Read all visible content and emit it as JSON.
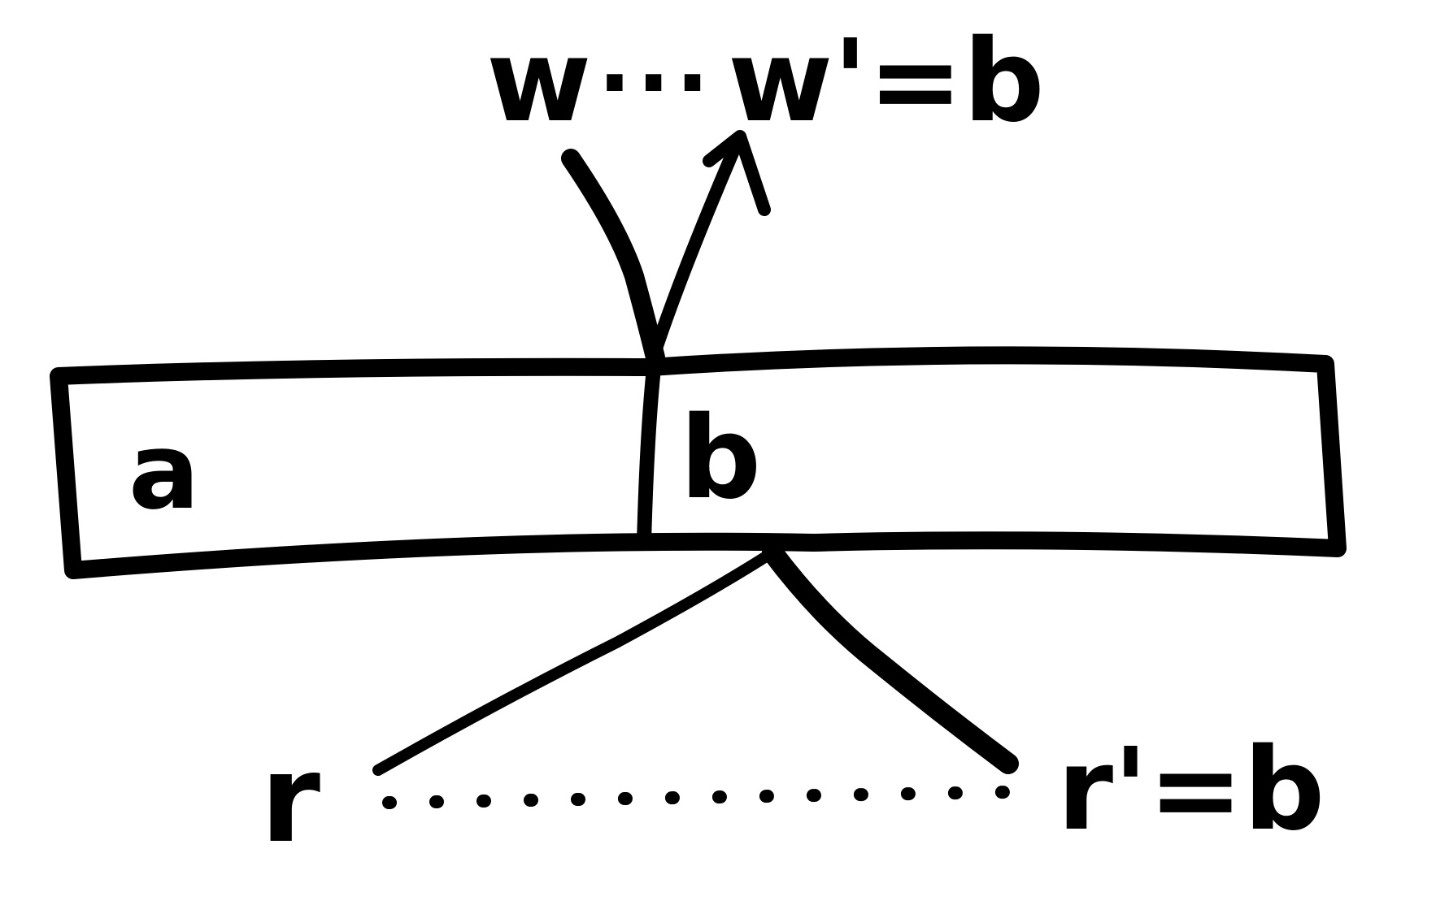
{
  "diagram": {
    "cells": {
      "left": "a",
      "right": "b"
    },
    "top": {
      "w": "w",
      "dots": "···",
      "w_prime": "w'=b"
    },
    "bottom": {
      "r": "r",
      "r_prime": "r'=b"
    }
  },
  "colors": {
    "ink": "#000000",
    "background": "#ffffff"
  }
}
